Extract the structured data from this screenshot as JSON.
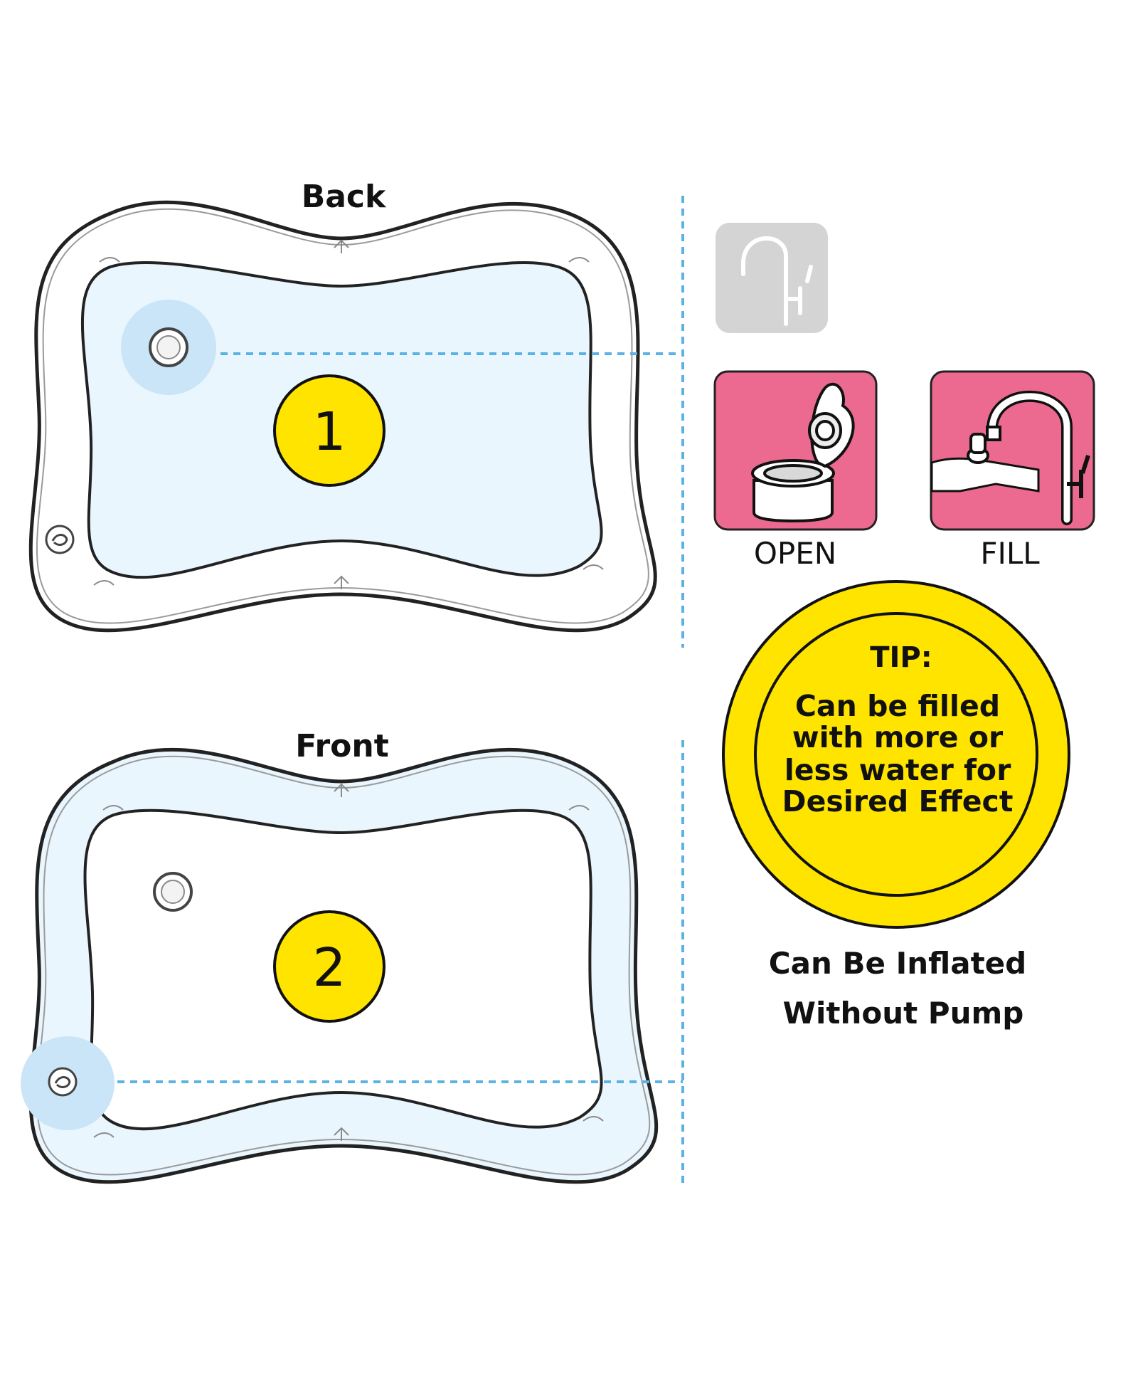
{
  "colors": {
    "water": "#eaf6fd",
    "guide": "#5bb2e3",
    "tip_yellow": "#ffe400",
    "pink": "#ec6a90",
    "gray_panel": "#d4d4d4",
    "outline": "#222222"
  },
  "back": {
    "title": "Back",
    "step": "1"
  },
  "front": {
    "title": "Front",
    "step": "2"
  },
  "steps": [
    {
      "label": "OPEN",
      "icon": "bottle-cap-icon"
    },
    {
      "label": "FILL",
      "icon": "faucet-fill-icon"
    }
  ],
  "faucet_gray_icon": "faucet-icon",
  "tip": {
    "heading": "TIP:",
    "lines": [
      "Can be filled",
      "with more or",
      "less water for",
      "Desired Effect"
    ]
  },
  "inflate_note": {
    "lines": [
      "Can Be Inflated",
      "Without Pump"
    ]
  }
}
